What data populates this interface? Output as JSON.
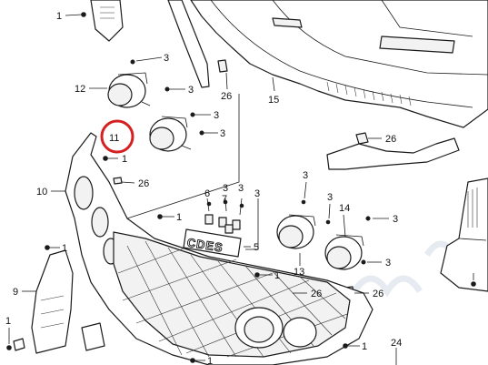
{
  "callouts": [
    {
      "id": "c1a",
      "text": "1"
    },
    {
      "id": "c3a",
      "text": "3"
    },
    {
      "id": "c12",
      "text": "12"
    },
    {
      "id": "c3b",
      "text": "3"
    },
    {
      "id": "c26a",
      "text": "26"
    },
    {
      "id": "c15",
      "text": "15"
    },
    {
      "id": "c3c",
      "text": "3"
    },
    {
      "id": "c11",
      "text": "11"
    },
    {
      "id": "c3d",
      "text": "3"
    },
    {
      "id": "c1b",
      "text": "1"
    },
    {
      "id": "c26b",
      "text": "26"
    },
    {
      "id": "c10",
      "text": "10"
    },
    {
      "id": "c26c",
      "text": "26"
    },
    {
      "id": "c6",
      "text": "6"
    },
    {
      "id": "c3e",
      "text": "3"
    },
    {
      "id": "c3f",
      "text": "3"
    },
    {
      "id": "c7",
      "text": "7"
    },
    {
      "id": "c3g",
      "text": "3"
    },
    {
      "id": "c3h",
      "text": "3"
    },
    {
      "id": "c14",
      "text": "14"
    },
    {
      "id": "c3i",
      "text": "3"
    },
    {
      "id": "c1c",
      "text": "1"
    },
    {
      "id": "c5",
      "text": "5"
    },
    {
      "id": "c3j",
      "text": "3"
    },
    {
      "id": "c13",
      "text": "13"
    },
    {
      "id": "c1d",
      "text": "1"
    },
    {
      "id": "c9",
      "text": "9"
    },
    {
      "id": "c26d",
      "text": "26"
    },
    {
      "id": "c26e",
      "text": "26"
    },
    {
      "id": "c1e",
      "text": "1"
    },
    {
      "id": "c1f",
      "text": "1"
    },
    {
      "id": "c1g",
      "text": "1"
    },
    {
      "id": "c24",
      "text": "24"
    }
  ],
  "emblem": {
    "text": "CDES"
  },
  "highlighted_callout": "11"
}
